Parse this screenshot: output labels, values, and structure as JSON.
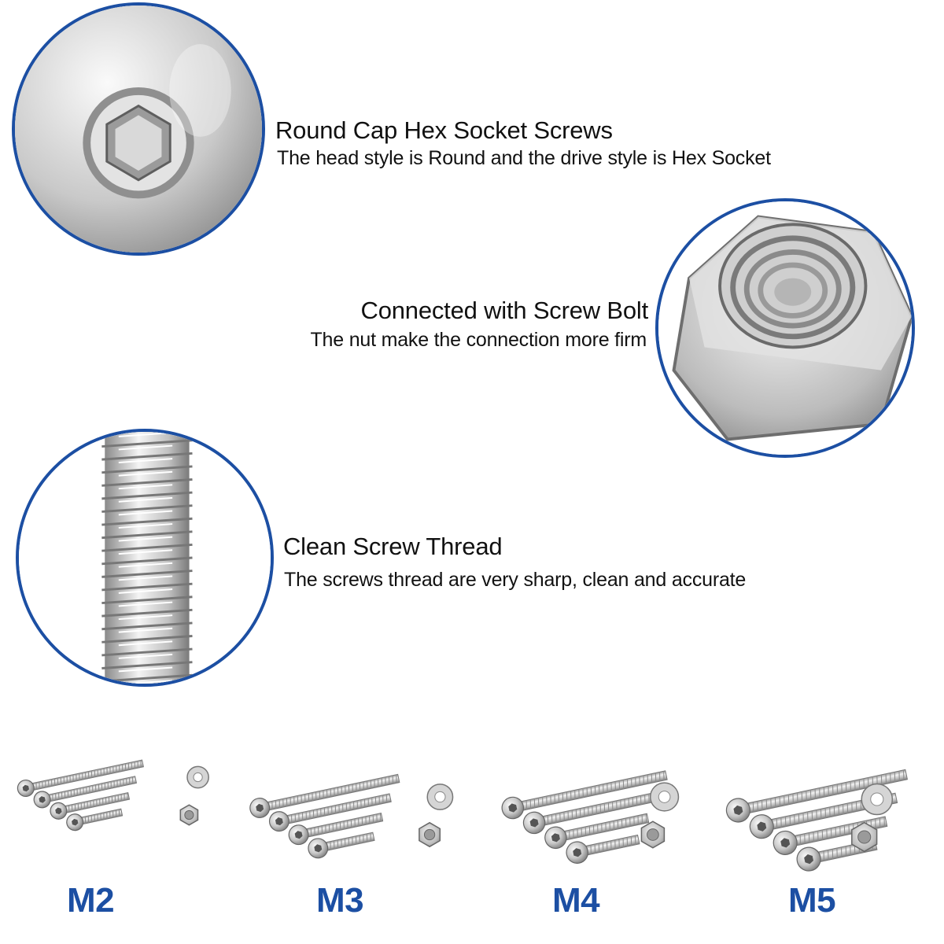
{
  "features": {
    "cap": {
      "title": "Round Cap Hex Socket  Screws",
      "description": "The head style is Round and  the drive style is Hex Socket"
    },
    "nut": {
      "title": "Connected with Screw Bolt",
      "description": "The nut make the connection more firm"
    },
    "thread": {
      "title": "Clean Screw Thread",
      "description": "The screws thread are very sharp, clean and accurate"
    }
  },
  "sizes": [
    "M2",
    "M3",
    "M4",
    "M5"
  ],
  "colors": {
    "accent": "#1c4fa3",
    "metal_light": "#e8e8e8",
    "metal_mid": "#b8b8b8",
    "metal_dark": "#6e6e6e"
  }
}
